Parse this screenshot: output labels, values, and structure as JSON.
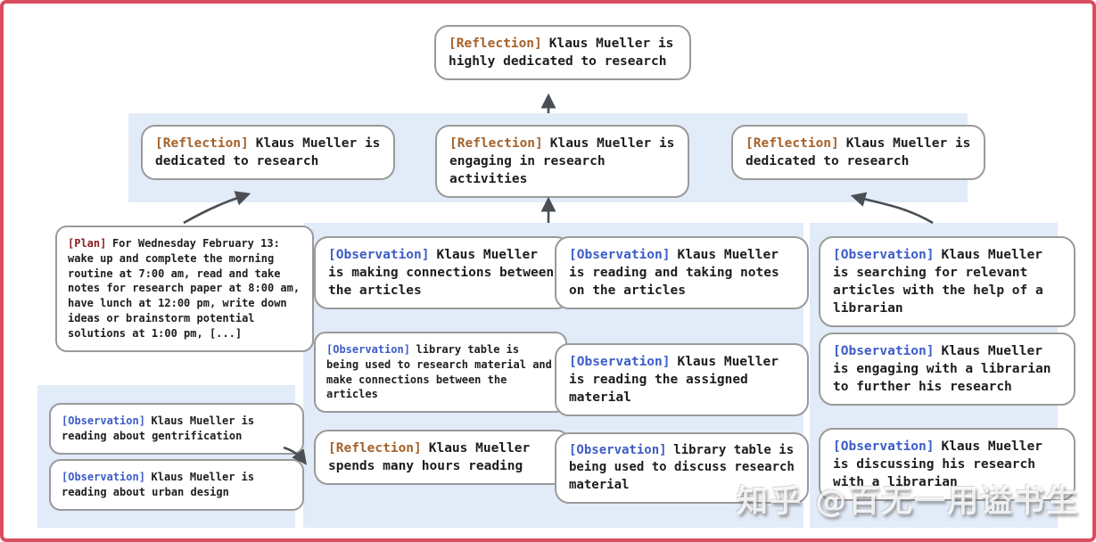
{
  "colors": {
    "frame_border": "#d94d61",
    "band_bg": "#e2ebf8",
    "box_bg": "#ffffff",
    "box_border": "#9a9a9a",
    "text": "#1d1d1d",
    "reflection_label": "#a5622a",
    "observation_label": "#3c5cc8",
    "plan_label": "#8c1d1d",
    "arrow": "#4a4f55"
  },
  "watermark": {
    "text": "知乎 @百无一用谥书生"
  },
  "nodes": {
    "top": {
      "type": "Reflection",
      "label": "[Reflection]",
      "text": "Klaus Mueller is highly dedicated to research"
    },
    "row2_left": {
      "type": "Reflection",
      "label": "[Reflection]",
      "text": "Klaus Mueller is dedicated to research"
    },
    "row2_mid": {
      "type": "Reflection",
      "label": "[Reflection]",
      "text": "Klaus Mueller is engaging in research activities"
    },
    "row2_right": {
      "type": "Reflection",
      "label": "[Reflection]",
      "text": "Klaus Mueller is dedicated to research"
    },
    "plan": {
      "type": "Plan",
      "label": "[Plan]",
      "text": "For Wednesday February 13: wake up and complete the morning routine at 7:00 am, read and take notes for research paper at 8:00 am, have lunch at 12:00 pm, write down ideas or brainstorm potential solutions at 1:00 pm, [...]"
    },
    "obs_gentrification": {
      "type": "Observation",
      "label": "[Observation]",
      "text": "Klaus Mueller is reading about gentrification"
    },
    "obs_urban_design": {
      "type": "Observation",
      "label": "[Observation]",
      "text": "Klaus Mueller is reading about urban design"
    },
    "mid_a1": {
      "type": "Observation",
      "label": "[Observation]",
      "text": "Klaus Mueller is making connections between the articles"
    },
    "mid_a2": {
      "type": "Observation",
      "label": "[Observation]",
      "text": "library table is being used to research material and make connections between the articles"
    },
    "mid_a3": {
      "type": "Reflection",
      "label": "[Reflection]",
      "text": "Klaus Mueller spends many hours reading"
    },
    "mid_b1": {
      "type": "Observation",
      "label": "[Observation]",
      "text": "Klaus Mueller is reading and taking notes on the articles"
    },
    "mid_b2": {
      "type": "Observation",
      "label": "[Observation]",
      "text": "Klaus Mueller is reading the assigned material"
    },
    "mid_b3": {
      "type": "Observation",
      "label": "[Observation]",
      "text": "library table is being used to discuss research material"
    },
    "right_1": {
      "type": "Observation",
      "label": "[Observation]",
      "text": "Klaus Mueller is searching for relevant articles with the help of a librarian"
    },
    "right_2": {
      "type": "Observation",
      "label": "[Observation]",
      "text": "Klaus Mueller is engaging with a librarian to further his research"
    },
    "right_3": {
      "type": "Observation",
      "label": "[Observation]",
      "text": "Klaus Mueller is discussing his research with a librarian"
    }
  }
}
